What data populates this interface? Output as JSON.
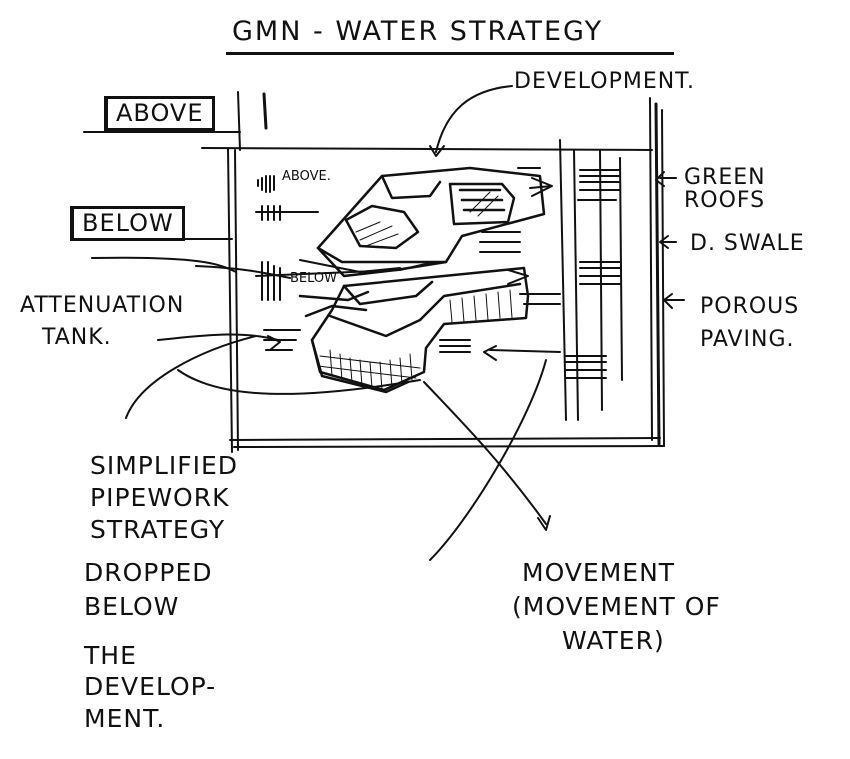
{
  "title": "GMN - WATER STRATEGY",
  "labels": {
    "development": "DEVELOPMENT.",
    "above_box": "ABOVE",
    "below_box": "BELOW",
    "sketch_above": "ABOVE.",
    "sketch_below": "BELOW",
    "green_roofs": [
      "GREEN",
      "ROOFS"
    ],
    "d_swale": "D. SWALE",
    "porous_paving": [
      "POROUS",
      "PAVING."
    ],
    "attenuation_tank": [
      "ATTENUATION",
      "TANK."
    ],
    "simplified_pipework": [
      "SIMPLIFIED",
      "PIPEWORK",
      "STRATEGY"
    ],
    "dropped_below": [
      "DROPPED",
      "BELOW"
    ],
    "the_development": [
      "THE",
      "DEVELOP-",
      "MENT."
    ],
    "movement": [
      "MOVEMENT",
      "(MOVEMENT OF",
      "WATER)"
    ]
  },
  "colors": {
    "ink": "#111111",
    "paper": "#ffffff"
  }
}
